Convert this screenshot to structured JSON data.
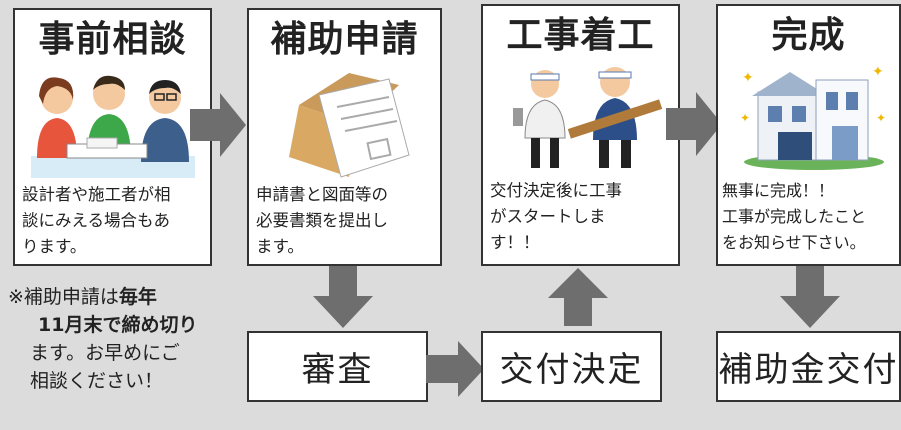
{
  "steps": [
    {
      "title": "事前相談",
      "desc": [
        "設計者や施工者が相",
        "談にみえる場合もあ",
        "ります。"
      ],
      "illus": "consultation-illustration"
    },
    {
      "title": "補助申請",
      "desc": [
        "申請書と図面等の",
        "必要書類を提出し",
        "ます。"
      ],
      "illus": "documents-illustration"
    },
    {
      "title": "工事着工",
      "desc": [
        "交付決定後に工事",
        "がスタートしま",
        "す！！"
      ],
      "illus": "workers-illustration"
    },
    {
      "title": "完成",
      "desc": [
        "無事に完成！！",
        "工事が完成したこと",
        "をお知らせ下さい。"
      ],
      "illus": "house-illustration"
    }
  ],
  "bottom": {
    "review": "審査",
    "decision": "交付決定",
    "grant": "補助金交付"
  },
  "note": {
    "prefix": "※補助申請は",
    "bold1": "毎年",
    "bold2": "11月末で締め切り",
    "line3": "ます。お早めにご",
    "line4": "相談ください！"
  },
  "colors": {
    "arrow": "#6e6e6e",
    "background": "#dcdcdc",
    "box_border": "#333333"
  }
}
